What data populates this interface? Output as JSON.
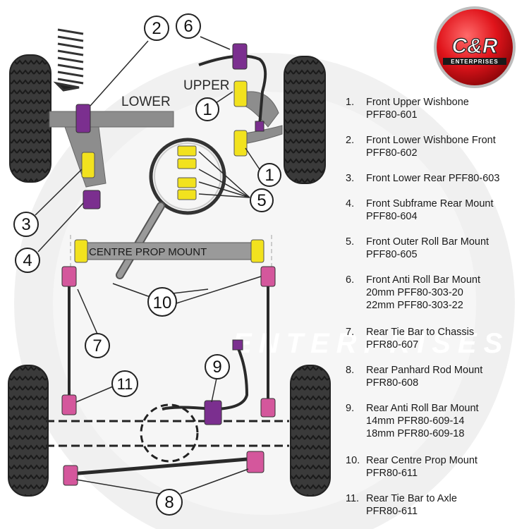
{
  "brand": {
    "logo_text": "C&R",
    "logo_subtext": "ENTERPRISES",
    "watermark_text": "ENTERPRISES",
    "colors": {
      "red": "#e0141b",
      "yellow": "#f2e21e",
      "purple": "#7b2f8f",
      "pink": "#d4579c",
      "grey": "#8d8d8d",
      "dark": "#2c2c2c"
    }
  },
  "diagram_labels": {
    "lower": "LOWER",
    "upper": "UPPER",
    "centre_prop_mount": "CENTRE PROP MOUNT"
  },
  "callouts": {
    "c1a": "1",
    "c1b": "1",
    "c2": "2",
    "c3": "3",
    "c4": "4",
    "c5": "5",
    "c6": "6",
    "c7": "7",
    "c8": "8",
    "c9": "9",
    "c10": "10",
    "c11": "11"
  },
  "legend": [
    {
      "num": "1.",
      "lines": [
        "Front Upper Wishbone",
        "PFF80-601"
      ]
    },
    {
      "num": "2.",
      "lines": [
        "Front Lower Wishbone Front",
        "PFF80-602"
      ]
    },
    {
      "num": "3.",
      "lines": [
        "Front Lower Rear PFF80-603"
      ]
    },
    {
      "num": "4.",
      "lines": [
        "Front Subframe Rear Mount",
        "PFF80-604"
      ]
    },
    {
      "num": "5.",
      "lines": [
        "Front Outer Roll Bar Mount",
        "PFF80-605"
      ]
    },
    {
      "num": "6.",
      "lines": [
        "Front Anti Roll Bar Mount",
        "20mm PFF80-303-20",
        "22mm PFF80-303-22"
      ]
    },
    {
      "num": "7.",
      "lines": [
        "Rear Tie Bar to Chassis",
        "PFR80-607"
      ]
    },
    {
      "num": "8.",
      "lines": [
        "Rear Panhard Rod Mount",
        "PFR80-608"
      ]
    },
    {
      "num": "9.",
      "lines": [
        "Rear Anti Roll Bar Mount",
        "14mm PFR80-609-14",
        "18mm PFR80-609-18"
      ]
    },
    {
      "num": "10.",
      "lines": [
        "Rear Centre Prop Mount",
        "PFR80-611"
      ]
    },
    {
      "num": "11.",
      "lines": [
        "Rear Tie Bar to Axle",
        "PFR80-611"
      ]
    }
  ]
}
